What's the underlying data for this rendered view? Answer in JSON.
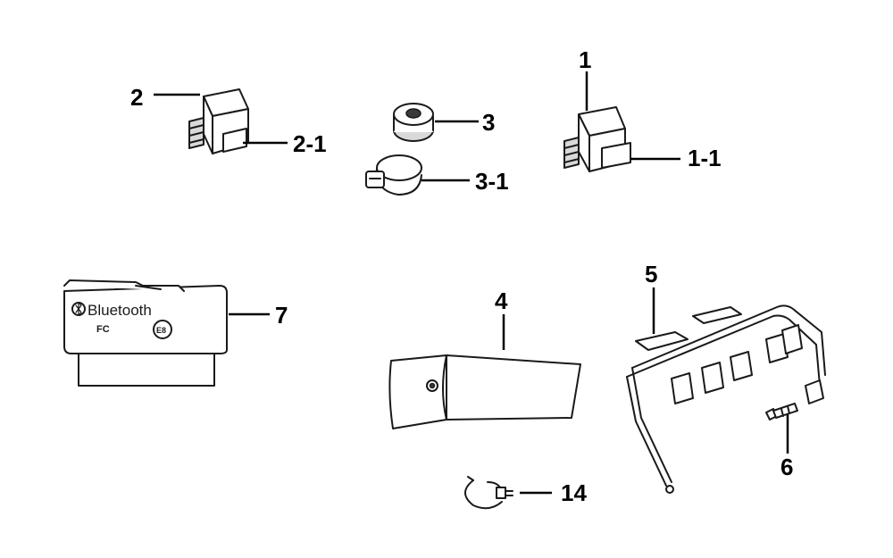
{
  "diagram": {
    "callouts": {
      "c1": "1",
      "c1_1": "1-1",
      "c2": "2",
      "c2_1": "2-1",
      "c3": "3",
      "c3_1": "3-1",
      "c4": "4",
      "c5": "5",
      "c6": "6",
      "c7": "7",
      "c14": "14"
    },
    "module_print": {
      "brand": "Bluetooth",
      "fcc_mark": "FC",
      "e_mark": "E8"
    }
  }
}
